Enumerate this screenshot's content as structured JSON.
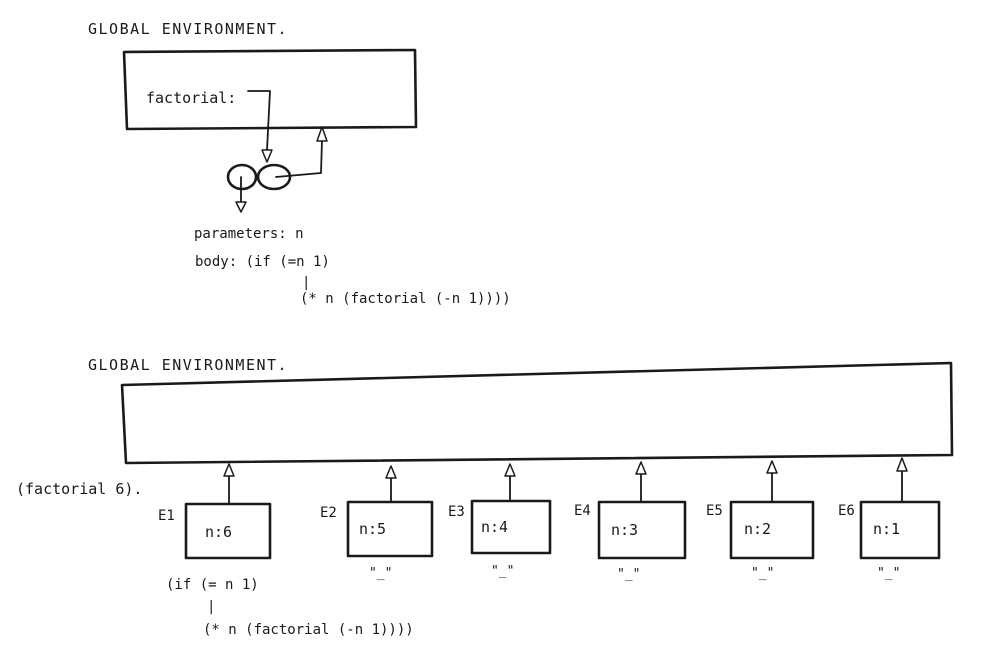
{
  "top": {
    "title": "GLOBAL ENVIRONMENT.",
    "binding_label": "factorial:",
    "parameters_line": "parameters: n",
    "body_line1": "body: (if (=n 1)",
    "body_tick": "|",
    "body_line2": "(* n (factorial (-n 1))))"
  },
  "bottom": {
    "title": "GLOBAL ENVIRONMENT.",
    "call_expression": "(factorial 6).",
    "frames": [
      {
        "env": "E1",
        "binding": "n:6"
      },
      {
        "env": "E2",
        "binding": "n:5"
      },
      {
        "env": "E3",
        "binding": "n:4"
      },
      {
        "env": "E4",
        "binding": "n:3"
      },
      {
        "env": "E5",
        "binding": "n:2"
      },
      {
        "env": "E6",
        "binding": "n:1"
      }
    ],
    "body_line1": "(if (= n 1)",
    "body_tick": "|",
    "body_line2": "(* n (factorial (-n 1))))",
    "ditto_marks": [
      "\"_\"",
      "\"_\"",
      "\"_\"",
      "\"_\"",
      "\"_\""
    ]
  }
}
